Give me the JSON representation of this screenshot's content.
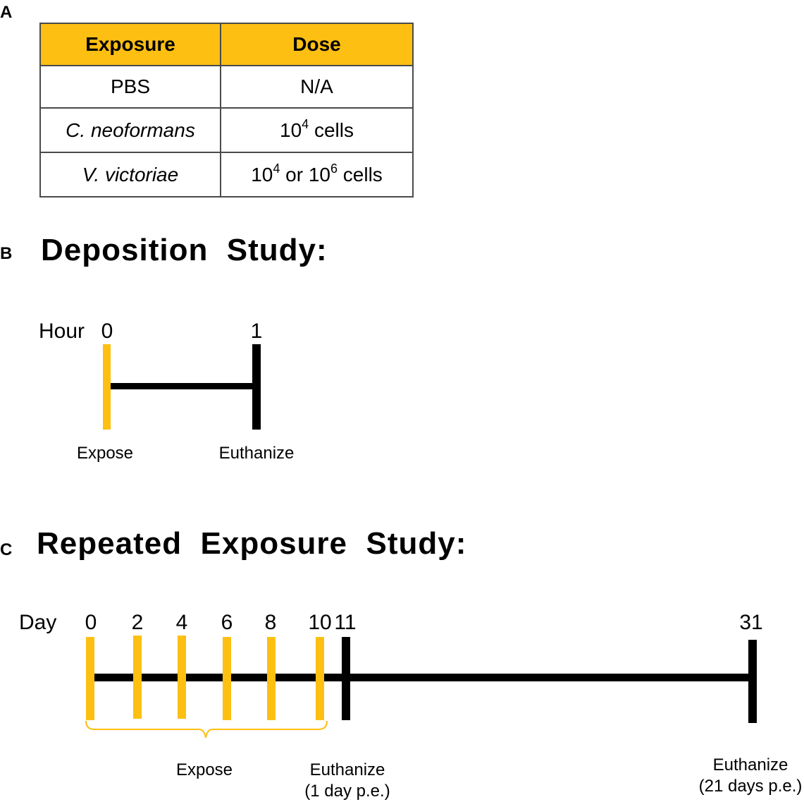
{
  "colors": {
    "accent": "#fdbf12",
    "line": "#000000",
    "border": "#4a4a4a"
  },
  "panel_a": {
    "letter": "A",
    "table": {
      "headers": [
        "Exposure",
        "Dose"
      ],
      "rows": [
        {
          "exposure": "PBS",
          "dose_base": "N/A"
        },
        {
          "exposure": "C. neoformans",
          "dose_base": "10",
          "dose_exp": "4",
          "dose_tail": " cells"
        },
        {
          "exposure": "V. victoriae",
          "dose_base": "10",
          "dose_exp": "4",
          "dose_mid": " or 10",
          "dose_exp2": "6",
          "dose_tail": " cells"
        }
      ]
    }
  },
  "panel_b": {
    "letter": "B",
    "title": "Deposition  Study:",
    "axis_label": "Hour",
    "ticks": [
      "0",
      "1"
    ],
    "events": [
      "Expose",
      "Euthanize"
    ]
  },
  "panel_c": {
    "letter": "C",
    "title": "Repeated  Exposure  Study:",
    "axis_label": "Day",
    "ticks": [
      "0",
      "2",
      "4",
      "6",
      "8",
      "10",
      "11",
      "31"
    ],
    "events": {
      "expose": "Expose",
      "euthanize_1_line1": "Euthanize",
      "euthanize_1_line2": "(1 day p.e.)",
      "euthanize_2_line1": "Euthanize",
      "euthanize_2_line2": "(21 days p.e.)"
    }
  }
}
